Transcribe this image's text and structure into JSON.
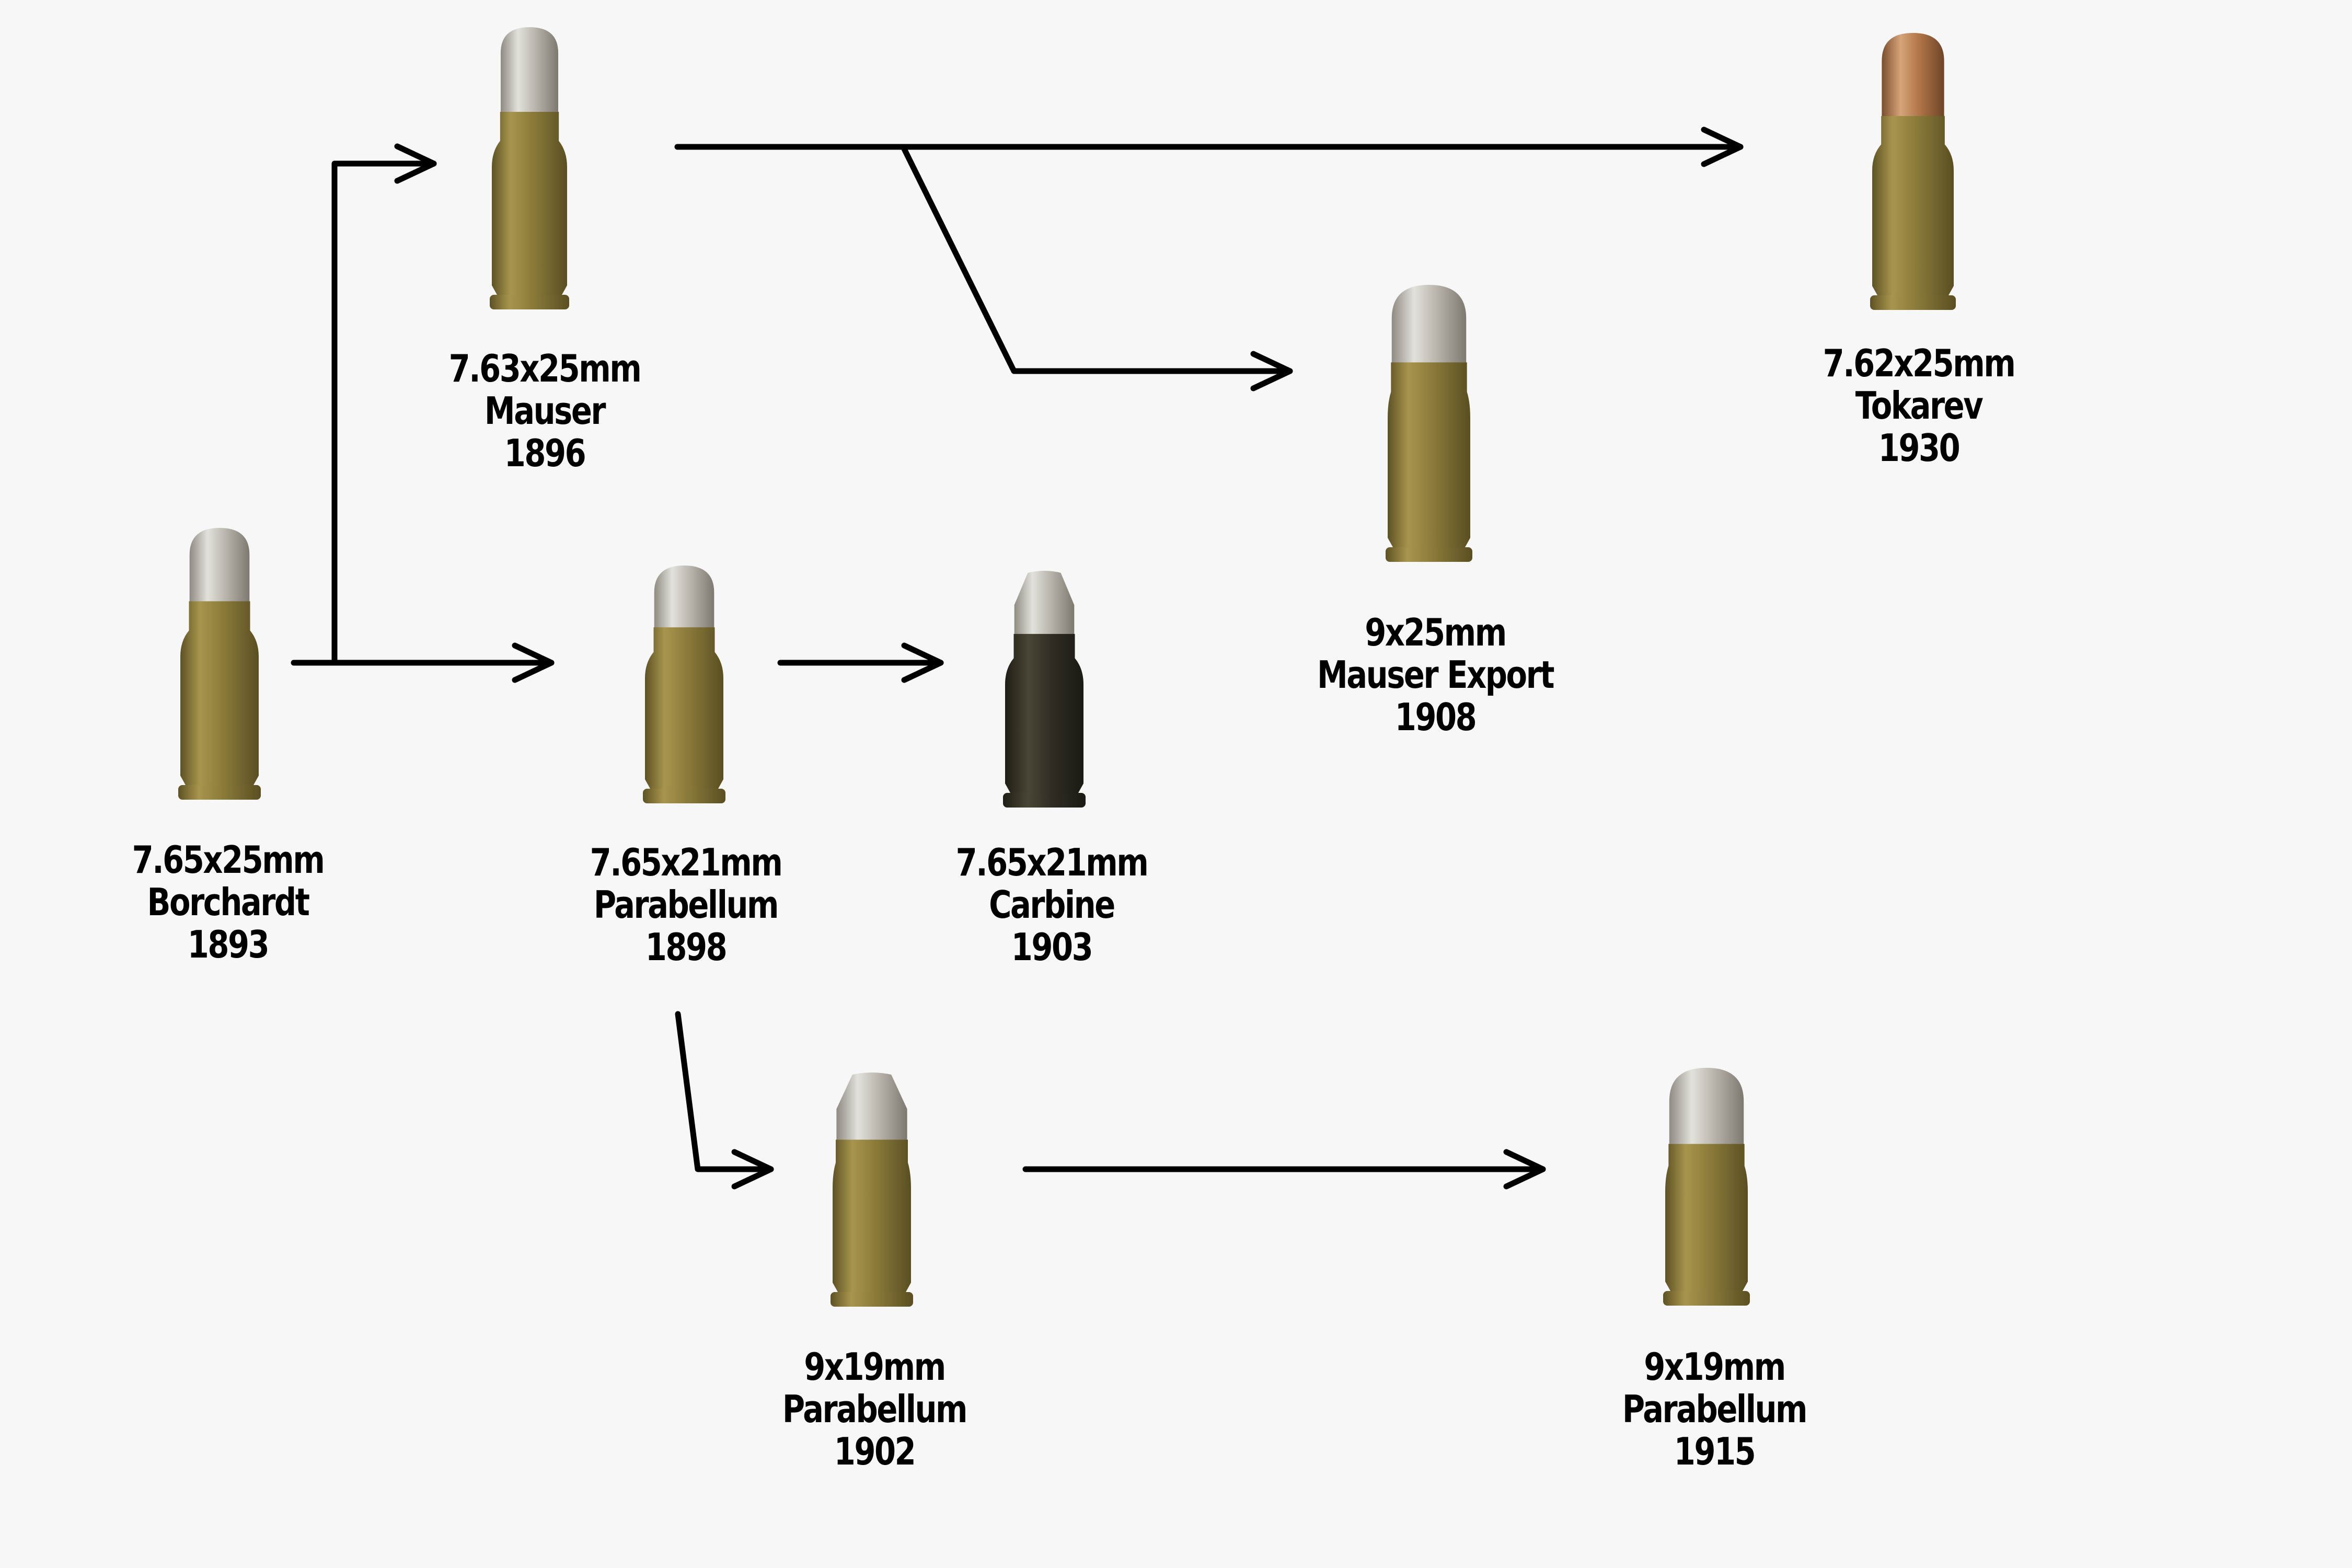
{
  "diagram": {
    "title": "",
    "background_color": "#f7f7f7",
    "arrow_color": "#000000",
    "nodes": [
      {
        "id": "borchardt",
        "caliber": "7.65x25mm",
        "name": "Borchardt",
        "year": "1893",
        "bullet": "silver",
        "case": "brass"
      },
      {
        "id": "mauser",
        "caliber": "7.63x25mm",
        "name": "Mauser",
        "year": "1896",
        "bullet": "silver",
        "case": "brass"
      },
      {
        "id": "parabellum1898",
        "caliber": "7.65x21mm",
        "name": "Parabellum",
        "year": "1898",
        "bullet": "silver",
        "case": "brass"
      },
      {
        "id": "carbine",
        "caliber": "7.65x21mm",
        "name": "Carbine",
        "year": "1903",
        "bullet": "silver-truncated",
        "case": "black"
      },
      {
        "id": "mauserexport",
        "caliber": "9x25mm",
        "name": "Mauser Export",
        "year": "1908",
        "bullet": "silver",
        "case": "brass"
      },
      {
        "id": "tokarev",
        "caliber": "7.62x25mm",
        "name": "Tokarev",
        "year": "1930",
        "bullet": "copper",
        "case": "brass"
      },
      {
        "id": "parabellum1902",
        "caliber": "9x19mm",
        "name": "Parabellum",
        "year": "1902",
        "bullet": "silver-truncated",
        "case": "brass"
      },
      {
        "id": "parabellum1915",
        "caliber": "9x19mm",
        "name": "Parabellum",
        "year": "1915",
        "bullet": "silver",
        "case": "brass"
      }
    ],
    "edges": [
      {
        "from": "borchardt",
        "to": "mauser"
      },
      {
        "from": "borchardt",
        "to": "parabellum1898"
      },
      {
        "from": "mauser",
        "to": "tokarev"
      },
      {
        "from": "mauser",
        "to": "mauserexport"
      },
      {
        "from": "parabellum1898",
        "to": "carbine"
      },
      {
        "from": "parabellum1898",
        "to": "parabellum1902"
      },
      {
        "from": "parabellum1902",
        "to": "parabellum1915"
      }
    ]
  },
  "colors": {
    "brass": "#8a7a3a",
    "brass_light": "#a8954d",
    "brass_dark": "#5e5224",
    "silver": "#b9b5ac",
    "silver_light": "#e3e1dc",
    "copper": "#b07548",
    "copper_light": "#d6a47a",
    "black_case": "#2f2c22",
    "black_case_light": "#4a4635"
  }
}
